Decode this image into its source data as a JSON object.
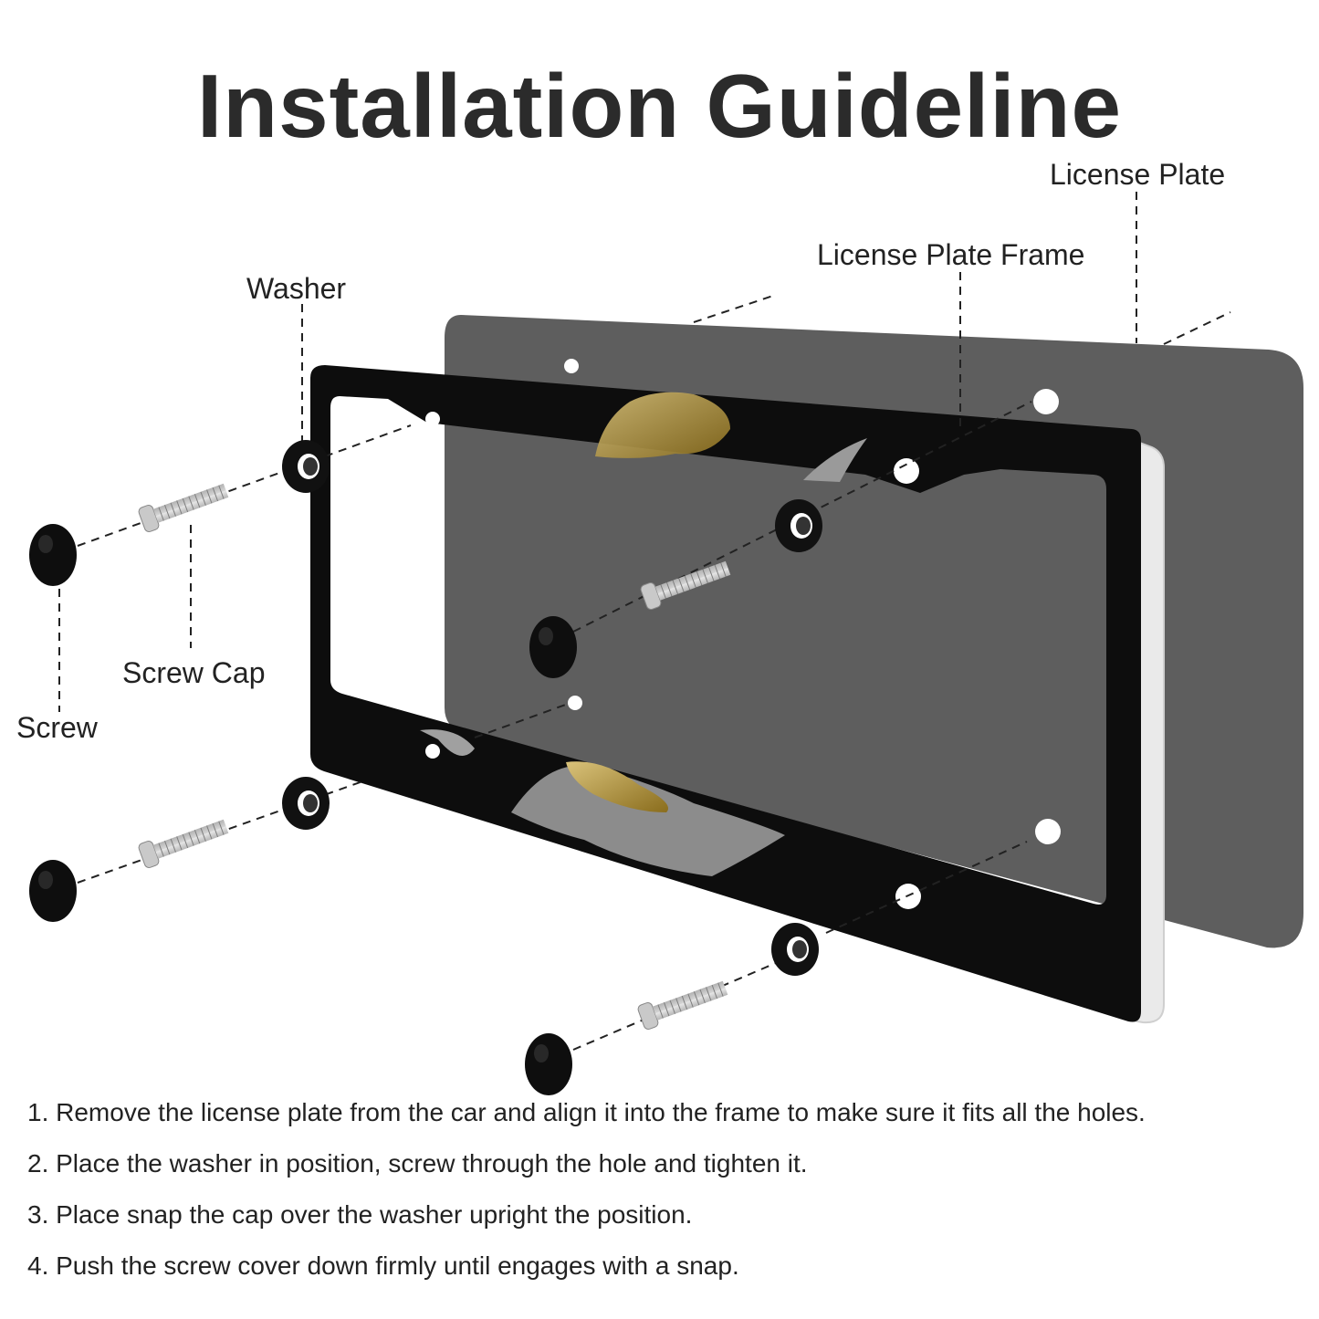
{
  "title": "Installation Guideline",
  "labels": {
    "license_plate": "License Plate",
    "license_plate_frame": "License Plate Frame",
    "washer": "Washer",
    "screw_cap": "Screw Cap",
    "screw": "Screw"
  },
  "steps": [
    "1. Remove the license plate from the car and align it into the frame to make sure it fits all the holes.",
    "2. Place the washer in position, screw through the hole and tighten it.",
    "3. Place snap the cap over the washer upright the position.",
    "4. Push the screw cover down firmly until engages with a snap."
  ],
  "colors": {
    "plate": "#5e5e5e",
    "frame": "#0d0d0d",
    "washer": "#111111",
    "screw": "#b8b8b8"
  }
}
